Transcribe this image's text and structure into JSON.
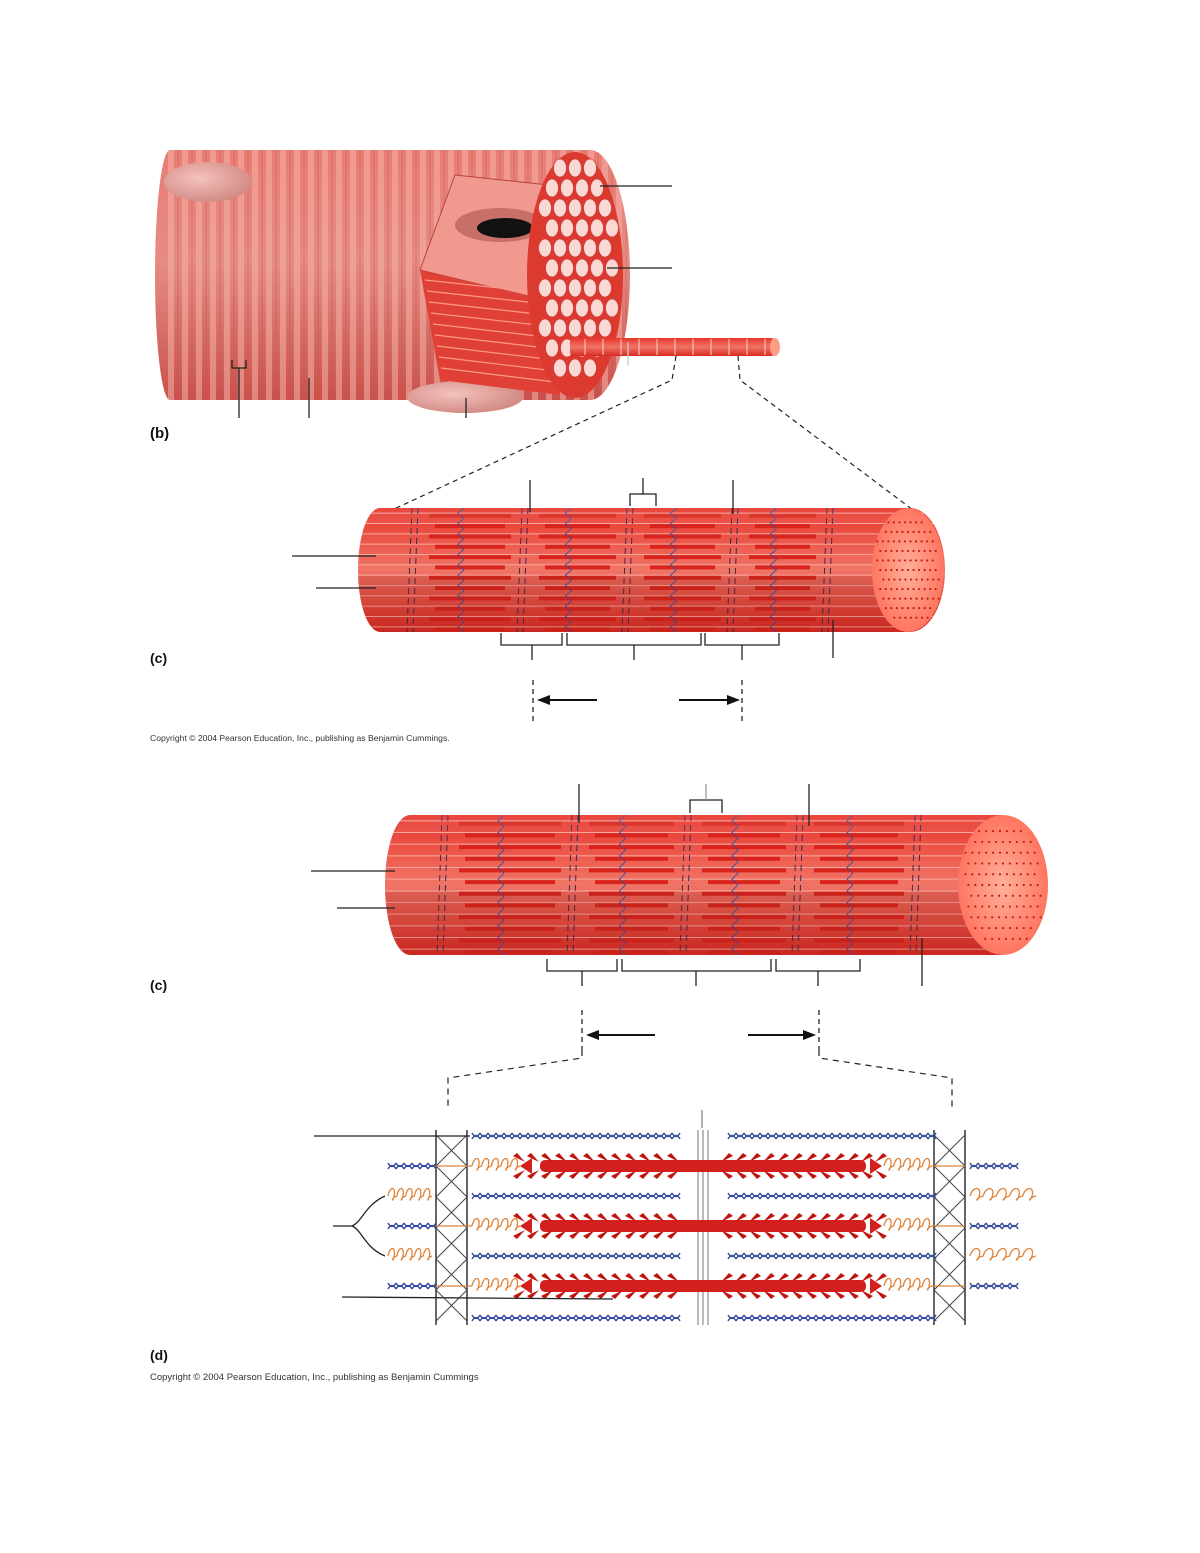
{
  "panels": {
    "b": "(b)",
    "c_top": "(c)",
    "c_bottom": "(c)",
    "d": "(d)"
  },
  "copyright": {
    "top": "Copyright © 2004 Pearson Education, Inc., publishing as Benjamin Cummings.",
    "bottom": "Copyright © 2004 Pearson Education, Inc., publishing as Benjamin Cummings"
  },
  "colors": {
    "muscle_fiber": "#e26a62",
    "muscle_stripe_light": "#f3aaa2",
    "myofibril": "#e83a2e",
    "myofibril_end": "#ff8a76",
    "nucleus": "#e8a4a0",
    "thick_filament": "#d41f1f",
    "thin_filament": "#3a4f9a",
    "titin": "#e0843a",
    "leader_line": "#222222"
  }
}
